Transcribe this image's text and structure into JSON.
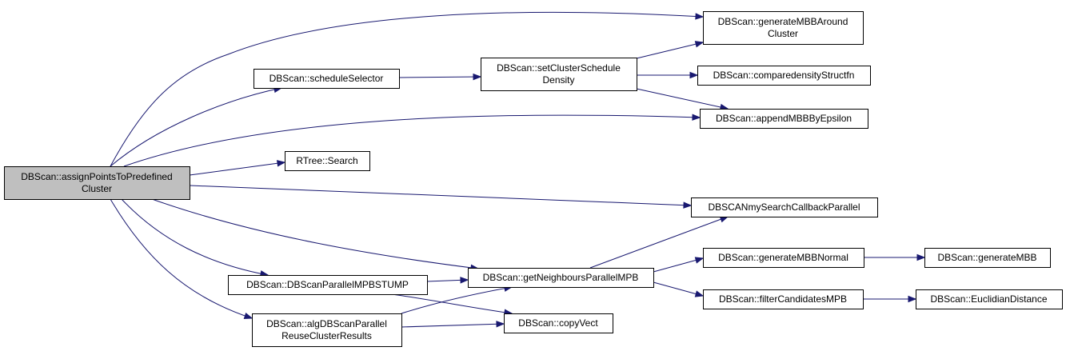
{
  "nodes": [
    {
      "id": "assign",
      "lines": [
        "DBScan::assignPointsToPredefined",
        "Cluster"
      ],
      "root": true
    },
    {
      "id": "schedSel",
      "lines": [
        "DBScan::scheduleSelector"
      ]
    },
    {
      "id": "setSched",
      "lines": [
        "DBScan::setClusterSchedule",
        "Density"
      ]
    },
    {
      "id": "genAround",
      "lines": [
        "DBScan::generateMBBAround",
        "Cluster"
      ]
    },
    {
      "id": "compare",
      "lines": [
        "DBScan::comparedensityStructfn"
      ]
    },
    {
      "id": "append",
      "lines": [
        "DBScan::appendMBBByEpsilon"
      ]
    },
    {
      "id": "rtree",
      "lines": [
        "RTree::Search"
      ]
    },
    {
      "id": "callback",
      "lines": [
        "DBSCANmySearchCallbackParallel"
      ]
    },
    {
      "id": "getNeigh",
      "lines": [
        "DBScan::getNeighboursParallelMPB"
      ]
    },
    {
      "id": "parallelStump",
      "lines": [
        "DBScan::DBScanParallelMPBSTUMP"
      ]
    },
    {
      "id": "alg",
      "lines": [
        "DBScan::algDBScanParallel",
        "ReuseClusterResults"
      ]
    },
    {
      "id": "copyVect",
      "lines": [
        "DBScan::copyVect"
      ]
    },
    {
      "id": "genNormal",
      "lines": [
        "DBScan::generateMBBNormal"
      ]
    },
    {
      "id": "genMBB",
      "lines": [
        "DBScan::generateMBB"
      ]
    },
    {
      "id": "filter",
      "lines": [
        "DBScan::filterCandidatesMPB"
      ]
    },
    {
      "id": "euclid",
      "lines": [
        "DBScan::EuclidianDistance"
      ]
    }
  ],
  "edges": [
    {
      "from": "assign",
      "to": "schedSel"
    },
    {
      "from": "assign",
      "to": "genAround"
    },
    {
      "from": "assign",
      "to": "append"
    },
    {
      "from": "assign",
      "to": "rtree"
    },
    {
      "from": "assign",
      "to": "callback"
    },
    {
      "from": "assign",
      "to": "getNeigh"
    },
    {
      "from": "assign",
      "to": "parallelStump"
    },
    {
      "from": "assign",
      "to": "alg"
    },
    {
      "from": "schedSel",
      "to": "setSched"
    },
    {
      "from": "setSched",
      "to": "genAround"
    },
    {
      "from": "setSched",
      "to": "compare"
    },
    {
      "from": "setSched",
      "to": "append"
    },
    {
      "from": "getNeigh",
      "to": "callback"
    },
    {
      "from": "getNeigh",
      "to": "genNormal"
    },
    {
      "from": "getNeigh",
      "to": "filter"
    },
    {
      "from": "genNormal",
      "to": "genMBB"
    },
    {
      "from": "filter",
      "to": "euclid"
    },
    {
      "from": "parallelStump",
      "to": "getNeigh"
    },
    {
      "from": "parallelStump",
      "to": "copyVect"
    },
    {
      "from": "alg",
      "to": "getNeigh"
    },
    {
      "from": "alg",
      "to": "copyVect"
    }
  ]
}
